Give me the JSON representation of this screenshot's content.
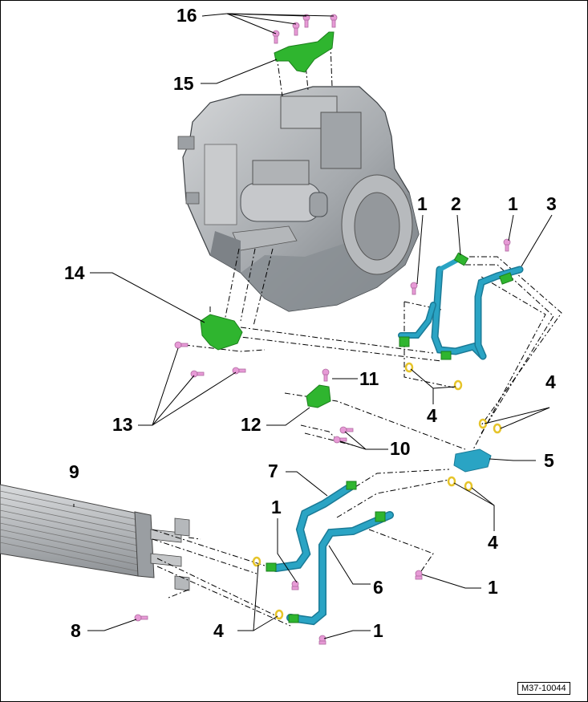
{
  "figure_code": "M37-10044",
  "colors": {
    "line": "#000000",
    "hose": "#2aa4c4",
    "hose_dark": "#1a7a96",
    "bracket": "#2fb52f",
    "bracket_dark": "#1b7e1b",
    "bolt": "#e79ad6",
    "seal": "#e6c42a",
    "housing": "#a9acaf",
    "housing_dark": "#70757a",
    "cooler": "#b9bcbf"
  },
  "callouts": {
    "c16": "16",
    "c15": "15",
    "c14": "14",
    "c13": "13",
    "c12": "12",
    "c11": "11",
    "c10": "10",
    "c9": "9",
    "c8": "8",
    "c7": "7",
    "c6": "6",
    "c5": "5",
    "c4a": "4",
    "c4b": "4",
    "c4c": "4",
    "c4d": "4",
    "c3": "3",
    "c2": "2",
    "c1a": "1",
    "c1b": "1",
    "c1c": "1",
    "c1d": "1",
    "c1e": "1"
  }
}
